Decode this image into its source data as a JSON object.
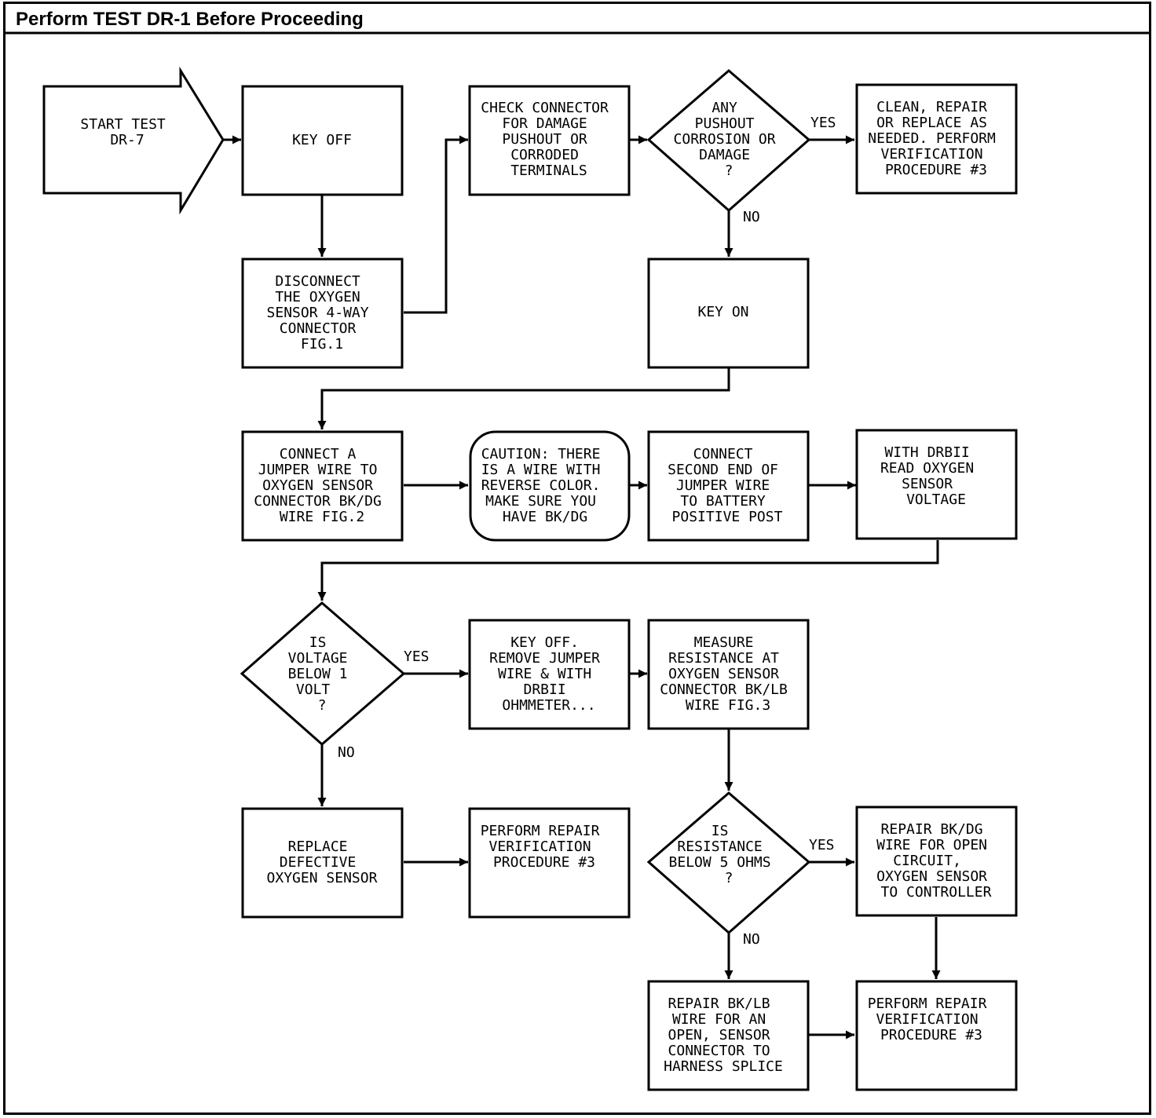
{
  "header": {
    "title": "Perform TEST DR-1 Before Proceeding"
  },
  "nodes": {
    "start": {
      "lines": [
        "START TEST",
        "DR-7"
      ]
    },
    "key_off": {
      "lines": [
        "KEY OFF"
      ]
    },
    "disconnect": {
      "lines": [
        "DISCONNECT",
        "THE OXYGEN",
        "SENSOR 4-WAY",
        "CONNECTOR",
        "FIG.1"
      ]
    },
    "check_connector": {
      "lines": [
        "CHECK CONNECTOR",
        "FOR DAMAGE",
        "PUSHOUT OR",
        "CORRODED",
        "TERMINALS"
      ]
    },
    "any_pushout": {
      "lines": [
        "ANY",
        "PUSHOUT",
        "CORROSION OR",
        "DAMAGE",
        "?"
      ]
    },
    "clean_repair": {
      "lines": [
        "CLEAN, REPAIR",
        "OR REPLACE AS",
        "NEEDED. PERFORM",
        "VERIFICATION",
        "PROCEDURE #3"
      ]
    },
    "key_on": {
      "lines": [
        "KEY ON"
      ]
    },
    "connect_jumper": {
      "lines": [
        "CONNECT A",
        "JUMPER WIRE TO",
        "OXYGEN SENSOR",
        "CONNECTOR BK/DG",
        "WIRE FIG.2"
      ]
    },
    "caution": {
      "lines": [
        "CAUTION: THERE",
        "IS A WIRE WITH",
        "REVERSE COLOR.",
        "MAKE SURE YOU",
        "HAVE BK/DG"
      ]
    },
    "connect_second": {
      "lines": [
        "CONNECT",
        "SECOND END OF",
        "JUMPER WIRE",
        "TO BATTERY",
        "POSITIVE POST"
      ]
    },
    "read_voltage": {
      "lines": [
        "WITH DRBII",
        "READ OXYGEN",
        "SENSOR",
        "VOLTAGE"
      ]
    },
    "is_voltage": {
      "lines": [
        "IS",
        "VOLTAGE",
        "BELOW 1",
        "VOLT",
        "?"
      ]
    },
    "key_off_remove": {
      "lines": [
        "KEY OFF.",
        "REMOVE JUMPER",
        "WIRE & WITH",
        "DRBII",
        "OHMMETER..."
      ]
    },
    "measure_resistance": {
      "lines": [
        "MEASURE",
        "RESISTANCE AT",
        "OXYGEN SENSOR",
        "CONNECTOR BK/LB",
        "WIRE FIG.3"
      ]
    },
    "replace_sensor": {
      "lines": [
        "REPLACE",
        "DEFECTIVE",
        "OXYGEN SENSOR"
      ]
    },
    "perform_repair_1": {
      "lines": [
        "PERFORM REPAIR",
        "VERIFICATION",
        "PROCEDURE #3"
      ]
    },
    "is_resistance": {
      "lines": [
        "IS",
        "RESISTANCE",
        "BELOW 5 OHMS",
        "?"
      ]
    },
    "repair_bkdg": {
      "lines": [
        "REPAIR BK/DG",
        "WIRE FOR OPEN",
        "CIRCUIT,",
        "OXYGEN SENSOR",
        "TO CONTROLLER"
      ]
    },
    "repair_bklb": {
      "lines": [
        "REPAIR BK/LB",
        "WIRE FOR AN",
        "OPEN, SENSOR",
        "CONNECTOR TO",
        "HARNESS SPLICE"
      ]
    },
    "perform_repair_2": {
      "lines": [
        "PERFORM REPAIR",
        "VERIFICATION",
        "PROCEDURE #3"
      ]
    }
  },
  "edge_labels": {
    "pushout_yes": "YES",
    "pushout_no": "NO",
    "voltage_yes": "YES",
    "voltage_no": "NO",
    "resistance_yes": "YES",
    "resistance_no": "NO"
  }
}
